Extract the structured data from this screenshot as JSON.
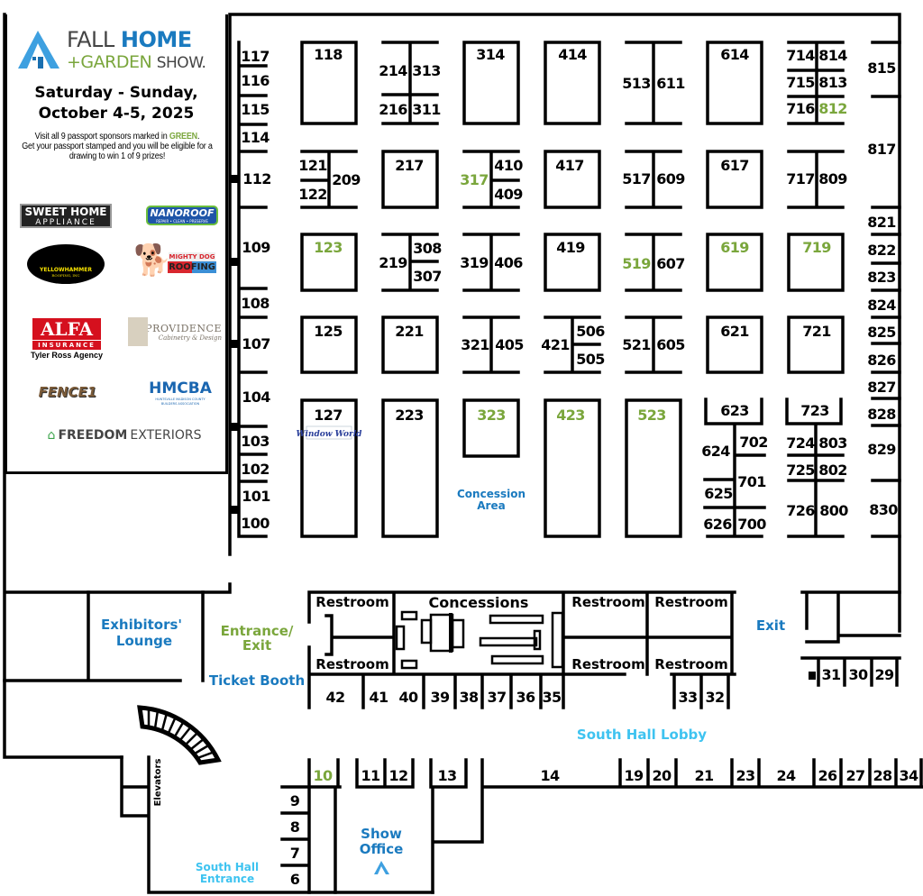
{
  "event": {
    "title_line1_a": "FALL ",
    "title_line1_b": "HOME",
    "title_line2_a": "+GARDEN ",
    "title_line2_b": "SHOW.",
    "dates_line1": "Saturday - Sunday,",
    "dates_line2": "October 4-5, 2025",
    "promo_a": "Visit all 9 passport sponsors marked in ",
    "promo_green": "GREEN",
    "promo_b": ".",
    "promo_line2": "Get your passport stamped and you will be eligible for a drawing to win 1 of 9 prizes!"
  },
  "sponsors": [
    {
      "name": "SWEET HOME",
      "sub": "APPLIANCE"
    },
    {
      "name": "NANOROOF",
      "sub": "REPAIR • CLEAN • PRESERVE"
    },
    {
      "name": "YELLOWHAMMER",
      "sub": "ROOFING, INC"
    },
    {
      "name": "MIGHTY DOG",
      "sub": "ROOFING"
    },
    {
      "name": "ALFA",
      "sub": "INSURANCE",
      "extra": "Tyler Ross Agency"
    },
    {
      "name": "PROVIDENCE",
      "sub": "Cabinetry & Design"
    },
    {
      "name": "FENCE1",
      "sub": ""
    },
    {
      "name": "HMCBA",
      "sub": "HUNTSVILLE MADISON COUNTY BUILDERS ASSOCIATION"
    },
    {
      "name": "FREEDOM",
      "sub": "EXTERIORS"
    }
  ],
  "booth_127_logo": "Window World",
  "areas": {
    "concession_area_1": "Concession",
    "concession_area_2": "Area",
    "exhibitors_lounge_1": "Exhibitors'",
    "exhibitors_lounge_2": "Lounge",
    "entrance_exit_1": "Entrance/",
    "entrance_exit_2": "Exit",
    "ticket_booth": "Ticket Booth",
    "restroom": "Restroom",
    "concessions": "Concessions",
    "exit": "Exit",
    "south_hall_lobby": "South Hall Lobby",
    "elevators": "Elevators",
    "south_hall_entrance_1": "South Hall",
    "south_hall_entrance_2": "Entrance",
    "show_office_1": "Show",
    "show_office_2": "Office"
  },
  "colors": {
    "passport_green": "#7aa63c",
    "label_blue": "#1a7abf",
    "lobby_blue": "#3ec3f0"
  },
  "booths": [
    {
      "id": "117"
    },
    {
      "id": "116"
    },
    {
      "id": "115"
    },
    {
      "id": "114"
    },
    {
      "id": "112"
    },
    {
      "id": "109"
    },
    {
      "id": "108"
    },
    {
      "id": "107"
    },
    {
      "id": "104"
    },
    {
      "id": "103"
    },
    {
      "id": "102"
    },
    {
      "id": "101"
    },
    {
      "id": "100"
    },
    {
      "id": "118"
    },
    {
      "id": "214"
    },
    {
      "id": "313"
    },
    {
      "id": "216"
    },
    {
      "id": "311"
    },
    {
      "id": "314"
    },
    {
      "id": "414"
    },
    {
      "id": "513"
    },
    {
      "id": "611"
    },
    {
      "id": "614"
    },
    {
      "id": "714"
    },
    {
      "id": "814"
    },
    {
      "id": "715"
    },
    {
      "id": "813"
    },
    {
      "id": "716"
    },
    {
      "id": "812",
      "green": true
    },
    {
      "id": "815"
    },
    {
      "id": "121"
    },
    {
      "id": "122"
    },
    {
      "id": "209"
    },
    {
      "id": "217"
    },
    {
      "id": "317",
      "green": true
    },
    {
      "id": "410"
    },
    {
      "id": "409"
    },
    {
      "id": "417"
    },
    {
      "id": "517"
    },
    {
      "id": "609"
    },
    {
      "id": "617"
    },
    {
      "id": "717"
    },
    {
      "id": "809"
    },
    {
      "id": "817"
    },
    {
      "id": "123",
      "green": true
    },
    {
      "id": "219"
    },
    {
      "id": "308"
    },
    {
      "id": "307"
    },
    {
      "id": "319"
    },
    {
      "id": "406"
    },
    {
      "id": "419"
    },
    {
      "id": "519",
      "green": true
    },
    {
      "id": "607"
    },
    {
      "id": "619",
      "green": true
    },
    {
      "id": "719",
      "green": true
    },
    {
      "id": "821"
    },
    {
      "id": "822"
    },
    {
      "id": "823"
    },
    {
      "id": "824"
    },
    {
      "id": "125"
    },
    {
      "id": "221"
    },
    {
      "id": "321"
    },
    {
      "id": "405"
    },
    {
      "id": "421"
    },
    {
      "id": "506"
    },
    {
      "id": "505"
    },
    {
      "id": "521"
    },
    {
      "id": "605"
    },
    {
      "id": "621"
    },
    {
      "id": "721"
    },
    {
      "id": "825"
    },
    {
      "id": "826"
    },
    {
      "id": "827"
    },
    {
      "id": "127"
    },
    {
      "id": "223"
    },
    {
      "id": "323",
      "green": true
    },
    {
      "id": "423",
      "green": true
    },
    {
      "id": "523",
      "green": true
    },
    {
      "id": "623"
    },
    {
      "id": "723"
    },
    {
      "id": "828"
    },
    {
      "id": "702"
    },
    {
      "id": "624"
    },
    {
      "id": "701"
    },
    {
      "id": "625"
    },
    {
      "id": "626"
    },
    {
      "id": "700"
    },
    {
      "id": "724"
    },
    {
      "id": "803"
    },
    {
      "id": "725"
    },
    {
      "id": "802"
    },
    {
      "id": "726"
    },
    {
      "id": "800"
    },
    {
      "id": "829"
    },
    {
      "id": "830"
    },
    {
      "id": "42"
    },
    {
      "id": "41"
    },
    {
      "id": "40"
    },
    {
      "id": "39"
    },
    {
      "id": "38"
    },
    {
      "id": "37"
    },
    {
      "id": "36"
    },
    {
      "id": "35"
    },
    {
      "id": "33"
    },
    {
      "id": "32"
    },
    {
      "id": "31"
    },
    {
      "id": "30"
    },
    {
      "id": "29"
    },
    {
      "id": "10",
      "green": true
    },
    {
      "id": "11"
    },
    {
      "id": "12"
    },
    {
      "id": "13"
    },
    {
      "id": "14"
    },
    {
      "id": "19"
    },
    {
      "id": "20"
    },
    {
      "id": "21"
    },
    {
      "id": "23"
    },
    {
      "id": "24"
    },
    {
      "id": "26"
    },
    {
      "id": "27"
    },
    {
      "id": "28"
    },
    {
      "id": "34"
    },
    {
      "id": "9"
    },
    {
      "id": "8"
    },
    {
      "id": "7"
    },
    {
      "id": "6"
    }
  ]
}
